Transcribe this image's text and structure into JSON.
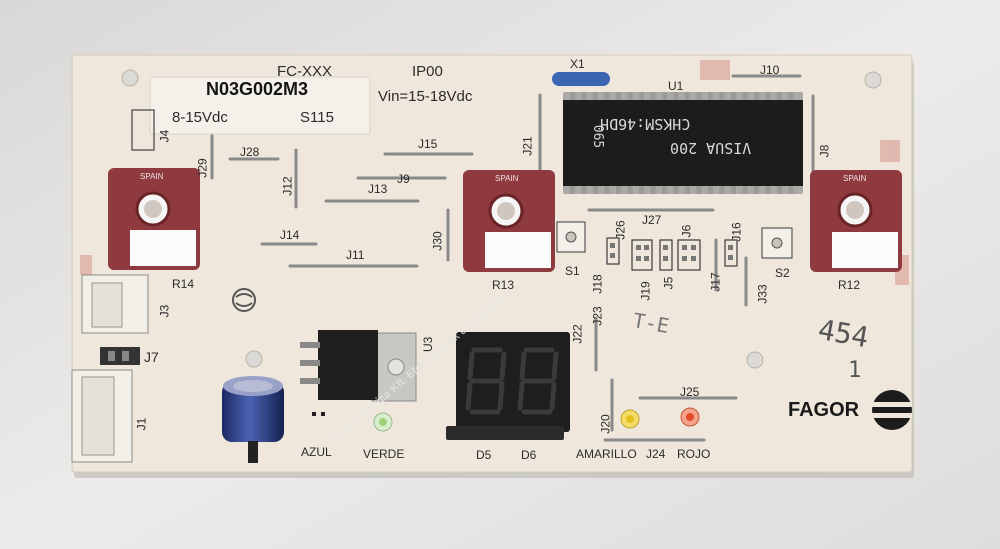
{
  "board": {
    "colors": {
      "background": "#e9e8e6",
      "pcb": "#efe7db",
      "pot": "#8e3a3e",
      "display": "#1e1e20",
      "chip": "#1c1c1c"
    },
    "label": {
      "code": "N03G002M3",
      "voltage": "8-15Vdc",
      "serial": "S115"
    },
    "silkscreen": {
      "fc": "FC-XXX",
      "ip": "IP00",
      "vin": "Vin=15-18Vdc",
      "x1": "X1",
      "u1": "U1",
      "u3": "U3",
      "brand": "FAGOR",
      "handwriting": {
        "line1": "454",
        "line2": "1",
        "marker": "T-E"
      }
    },
    "chip_text": {
      "line1": "CHKSM:46DH",
      "line2": "VISUA 200",
      "line3": "065"
    },
    "pot_brand": "SPAIN",
    "watermark": "Fö-Ka Fábrica Kft. Elektronikák & Szerelés ...",
    "jumpers": [
      "J4",
      "J29",
      "J28",
      "J12",
      "J15",
      "J9",
      "J13",
      "J21",
      "J10",
      "J8",
      "J14",
      "J30",
      "J11",
      "J26",
      "J27",
      "J6",
      "J16",
      "J18",
      "J19",
      "J5",
      "J17",
      "J33",
      "J3",
      "J7",
      "J1",
      "J22",
      "J23",
      "J20",
      "J25",
      "J24"
    ],
    "components": {
      "r14": "R14",
      "r13": "R13",
      "r12": "R12",
      "s1": "S1",
      "s2": "S2",
      "d5": "D5",
      "d6": "D6",
      "led_azul": "AZUL",
      "led_verde": "VERDE",
      "led_amarillo": "AMARILLO",
      "led_rojo": "ROJO"
    }
  }
}
